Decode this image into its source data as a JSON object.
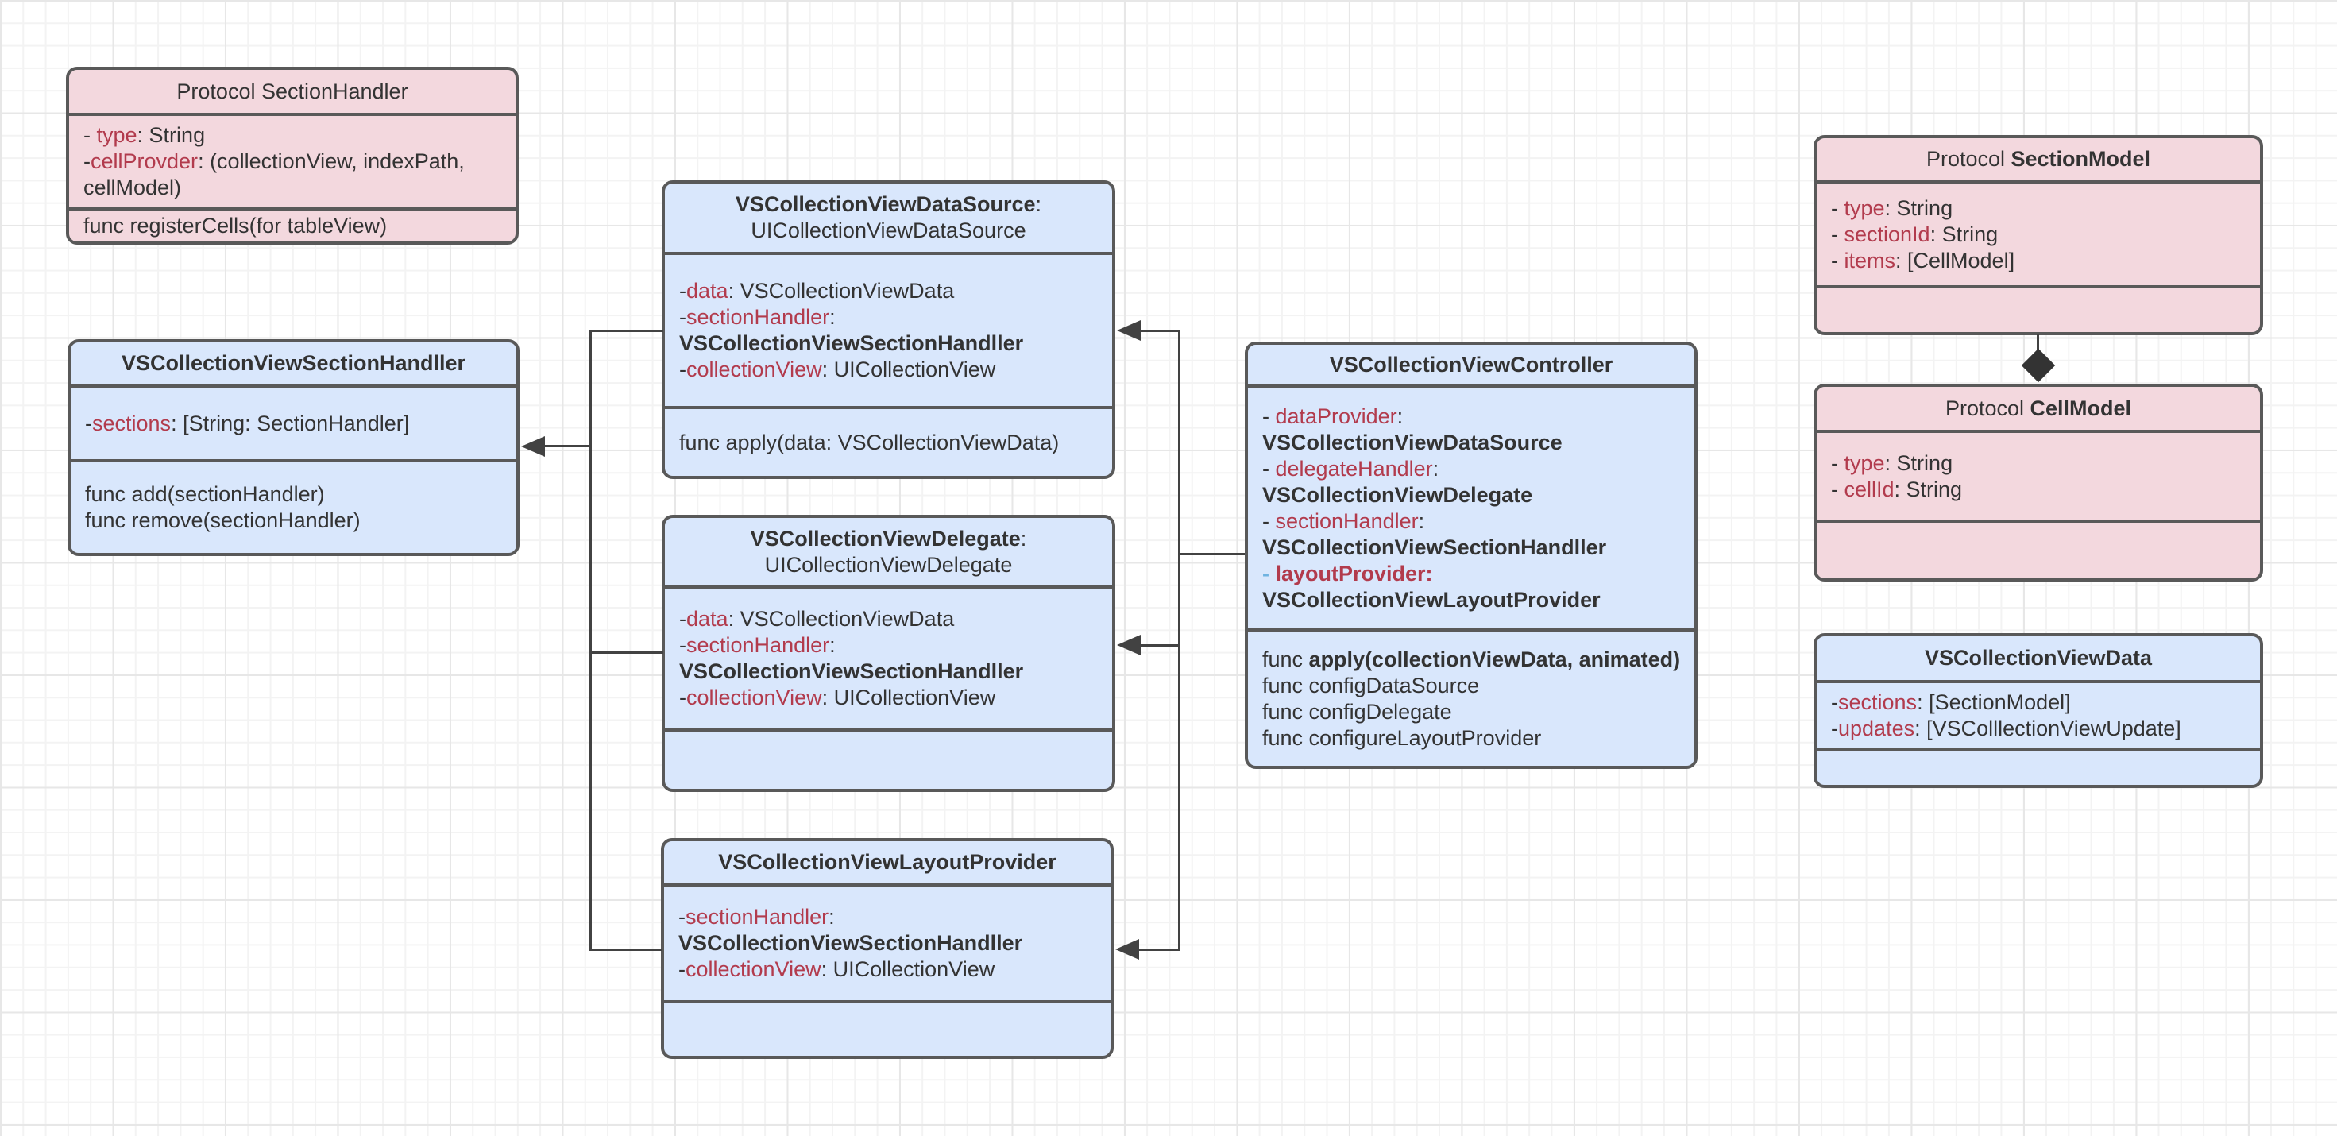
{
  "colors": {
    "canvas_bg": "#ffffff",
    "grid_minor": "#f3f3f3",
    "grid_major": "#e7e7e7",
    "box_border": "#595959",
    "blue_fill": "#d9e7fc",
    "pink_fill": "#f3d8de",
    "text": "#333333",
    "attr_red": "#b23b4d",
    "dash_blue": "#6fb3e0",
    "edge": "#424242",
    "diamond": "#333333"
  },
  "boxes": {
    "protocol_section_handler": {
      "title": [
        [
          {
            "t": "Protocol SectionHandler",
            "s": "p"
          }
        ]
      ],
      "attrs": [
        [
          {
            "t": "- ",
            "s": "p"
          },
          {
            "t": "type",
            "s": "r"
          },
          {
            "t": ": String",
            "s": "p"
          }
        ],
        [
          {
            "t": "-",
            "s": "p"
          },
          {
            "t": "cellProvder",
            "s": "r"
          },
          {
            "t": ": (collectionView, indexPath,",
            "s": "p"
          }
        ],
        [
          {
            "t": "cellModel)",
            "s": "p"
          }
        ]
      ],
      "methods": [
        [
          {
            "t": "func registerCells(for tableView)",
            "s": "p"
          }
        ]
      ]
    },
    "vs_section_handller": {
      "title": [
        [
          {
            "t": "VSCollectionViewSectionHandller",
            "s": "b"
          }
        ]
      ],
      "attrs": [
        [
          {
            "t": "-",
            "s": "p"
          },
          {
            "t": "sections",
            "s": "r"
          },
          {
            "t": ": [String: SectionHandler]",
            "s": "p"
          }
        ]
      ],
      "methods": [
        [
          {
            "t": "func add(sectionHandler)",
            "s": "p"
          }
        ],
        [
          {
            "t": "func remove(sectionHandler)",
            "s": "p"
          }
        ]
      ]
    },
    "vs_data_source": {
      "title": [
        [
          {
            "t": "VSCollectionViewDataSource",
            "s": "b"
          },
          {
            "t": ":",
            "s": "p"
          }
        ],
        [
          {
            "t": "UICollectionViewDataSource",
            "s": "p"
          }
        ]
      ],
      "attrs": [
        [
          {
            "t": "-",
            "s": "p"
          },
          {
            "t": "data",
            "s": "r"
          },
          {
            "t": ": VSCollectionViewData",
            "s": "p"
          }
        ],
        [
          {
            "t": "-",
            "s": "p"
          },
          {
            "t": "sectionHandler",
            "s": "r"
          },
          {
            "t": ":",
            "s": "p"
          }
        ],
        [
          {
            "t": "VSCollectionViewSectionHandller",
            "s": "b"
          }
        ],
        [
          {
            "t": "-",
            "s": "p"
          },
          {
            "t": "collectionView",
            "s": "r"
          },
          {
            "t": ": UICollectionView",
            "s": "p"
          }
        ]
      ],
      "methods": [
        [
          {
            "t": "func apply(data: VSCollectionViewData)",
            "s": "p"
          }
        ]
      ]
    },
    "vs_delegate": {
      "title": [
        [
          {
            "t": "VSCollectionViewDelegate",
            "s": "b"
          },
          {
            "t": ":",
            "s": "p"
          }
        ],
        [
          {
            "t": "UICollectionViewDelegate",
            "s": "p"
          }
        ]
      ],
      "attrs": [
        [
          {
            "t": "-",
            "s": "p"
          },
          {
            "t": "data",
            "s": "r"
          },
          {
            "t": ": VSCollectionViewData",
            "s": "p"
          }
        ],
        [
          {
            "t": "-",
            "s": "p"
          },
          {
            "t": "sectionHandler",
            "s": "r"
          },
          {
            "t": ":",
            "s": "p"
          }
        ],
        [
          {
            "t": "VSCollectionViewSectionHandller",
            "s": "b"
          }
        ],
        [
          {
            "t": "-",
            "s": "p"
          },
          {
            "t": "collectionView",
            "s": "r"
          },
          {
            "t": ": UICollectionView",
            "s": "p"
          }
        ]
      ],
      "methods": []
    },
    "vs_layout_provider": {
      "title": [
        [
          {
            "t": "VSCollectionViewLayoutProvider",
            "s": "b"
          }
        ]
      ],
      "attrs": [
        [
          {
            "t": "-",
            "s": "p"
          },
          {
            "t": "sectionHandler",
            "s": "r"
          },
          {
            "t": ":",
            "s": "p"
          }
        ],
        [
          {
            "t": "VSCollectionViewSectionHandller",
            "s": "b"
          }
        ],
        [
          {
            "t": "-",
            "s": "p"
          },
          {
            "t": "collectionView",
            "s": "r"
          },
          {
            "t": ": UICollectionView",
            "s": "p"
          }
        ]
      ],
      "methods": []
    },
    "vs_controller": {
      "title": [
        [
          {
            "t": "VSCollectionViewController",
            "s": "b"
          }
        ]
      ],
      "attrs": [
        [
          {
            "t": "- ",
            "s": "p"
          },
          {
            "t": "dataProvider",
            "s": "r"
          },
          {
            "t": ":",
            "s": "p"
          }
        ],
        [
          {
            "t": "VSCollectionViewDataSource",
            "s": "b"
          }
        ],
        [
          {
            "t": "- ",
            "s": "p"
          },
          {
            "t": "delegateHandler",
            "s": "r"
          },
          {
            "t": ":",
            "s": "p"
          }
        ],
        [
          {
            "t": "VSCollectionViewDelegate",
            "s": "b"
          }
        ],
        [
          {
            "t": "- ",
            "s": "p"
          },
          {
            "t": "sectionHandler",
            "s": "r"
          },
          {
            "t": ":",
            "s": "p"
          }
        ],
        [
          {
            "t": "VSCollectionViewSectionHandller",
            "s": "b"
          }
        ],
        [
          {
            "t": "- ",
            "s": "bl"
          },
          {
            "t": "layoutProvider:",
            "s": "br"
          }
        ],
        [
          {
            "t": "VSCollectionViewLayoutProvider",
            "s": "b"
          }
        ]
      ],
      "methods": [
        [
          {
            "t": "func ",
            "s": "p"
          },
          {
            "t": "apply(collectionViewData, animated)",
            "s": "b"
          }
        ],
        [
          {
            "t": "func configDataSource",
            "s": "p"
          }
        ],
        [
          {
            "t": "func configDelegate",
            "s": "p"
          }
        ],
        [
          {
            "t": "func configureLayoutProvider",
            "s": "p"
          }
        ]
      ]
    },
    "protocol_section_model": {
      "title": [
        [
          {
            "t": "Protocol ",
            "s": "p"
          },
          {
            "t": "SectionModel",
            "s": "b"
          }
        ]
      ],
      "attrs": [
        [
          {
            "t": "- ",
            "s": "p"
          },
          {
            "t": "type",
            "s": "r"
          },
          {
            "t": ": String",
            "s": "p"
          }
        ],
        [
          {
            "t": "- ",
            "s": "p"
          },
          {
            "t": "sectionId",
            "s": "r"
          },
          {
            "t": ": String",
            "s": "p"
          }
        ],
        [
          {
            "t": "- ",
            "s": "p"
          },
          {
            "t": "items",
            "s": "r"
          },
          {
            "t": ": [CellModel]",
            "s": "p"
          }
        ]
      ],
      "methods": []
    },
    "protocol_cell_model": {
      "title": [
        [
          {
            "t": "Protocol ",
            "s": "p"
          },
          {
            "t": "CellModel",
            "s": "b"
          }
        ]
      ],
      "attrs": [
        [
          {
            "t": "- ",
            "s": "p"
          },
          {
            "t": "type",
            "s": "r"
          },
          {
            "t": ": String",
            "s": "p"
          }
        ],
        [
          {
            "t": "- ",
            "s": "p"
          },
          {
            "t": "cellId",
            "s": "r"
          },
          {
            "t": ": String",
            "s": "p"
          }
        ]
      ],
      "methods": []
    },
    "vs_collection_view_data": {
      "title": [
        [
          {
            "t": "VSCollectionViewData",
            "s": "b"
          }
        ]
      ],
      "attrs": [
        [
          {
            "t": "-",
            "s": "p"
          },
          {
            "t": "sections",
            "s": "r"
          },
          {
            "t": ": [SectionModel]",
            "s": "p"
          }
        ],
        [
          {
            "t": "-",
            "s": "p"
          },
          {
            "t": "updates",
            "s": "r"
          },
          {
            "t": ": [VSColllectionViewUpdate]",
            "s": "p"
          }
        ]
      ],
      "methods": []
    }
  },
  "relations": {
    "composition_sectionmodel_cellmodel": "SectionModel contains CellModel items",
    "arrows_to_section_handller": "DataSource, Delegate, LayoutProvider reference VSCollectionViewSectionHandller",
    "arrows_from_controller": "Controller references DataSource, Delegate, LayoutProvider"
  }
}
